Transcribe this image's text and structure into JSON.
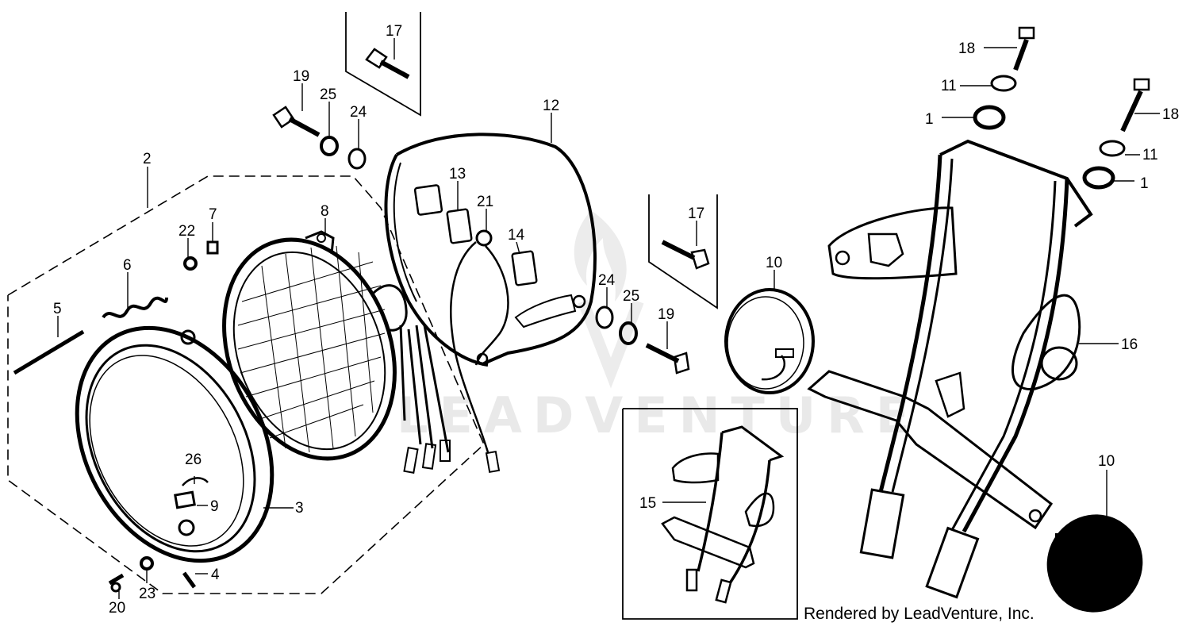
{
  "diagram": {
    "credit": "Rendered by LeadVenture, Inc.",
    "watermark": "LEADVENTURE",
    "callouts": [
      "1",
      "1",
      "2",
      "3",
      "4",
      "5",
      "6",
      "7",
      "8",
      "9",
      "10",
      "10",
      "11",
      "11",
      "12",
      "13",
      "14",
      "15",
      "16",
      "17",
      "17",
      "18",
      "18",
      "19",
      "19",
      "20",
      "21",
      "22",
      "23",
      "24",
      "24",
      "25",
      "25",
      "26"
    ]
  }
}
